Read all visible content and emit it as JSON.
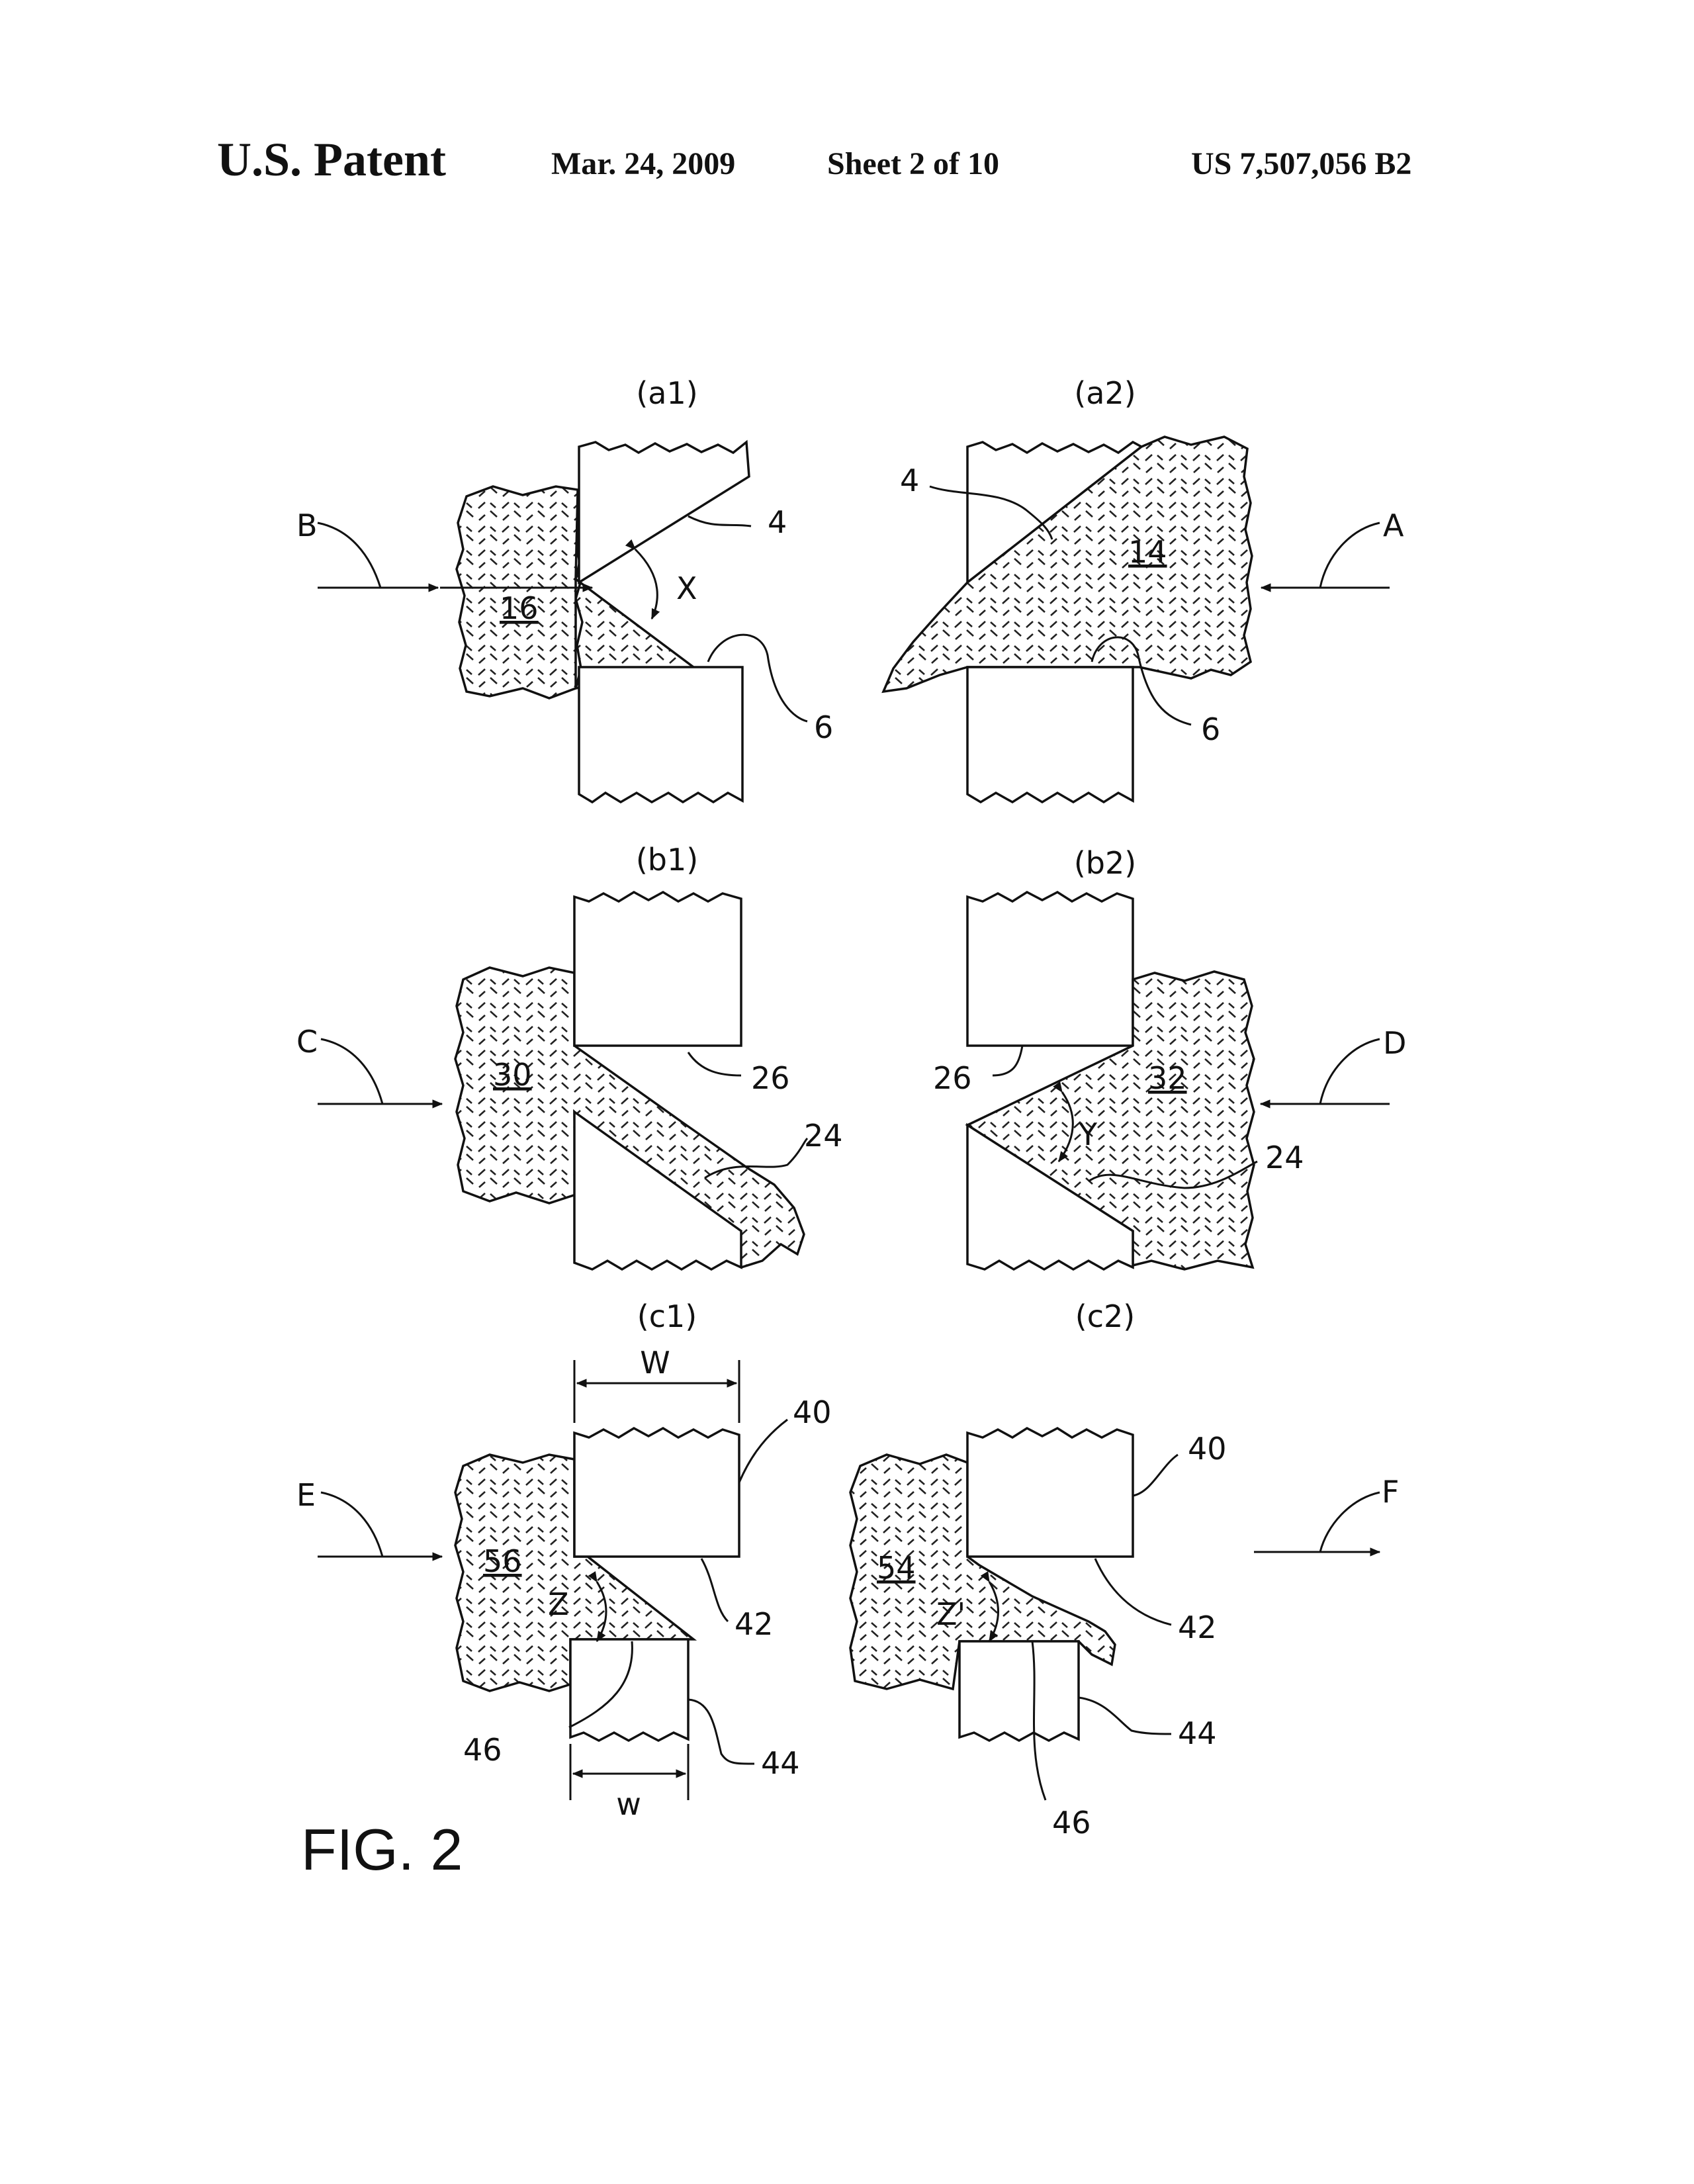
{
  "header": {
    "patent_label": "U.S. Patent",
    "date": "Mar. 24, 2009",
    "sheet": "Sheet 2 of 10",
    "patent_number": "US 7,507,056 B2"
  },
  "figure": {
    "title": "FIG. 2",
    "panels": {
      "a1": {
        "caption": "(a1)",
        "direction_label": "B",
        "region_label": "16",
        "angle_label": "X",
        "ref_upper": "4",
        "ref_lower": "6"
      },
      "a2": {
        "caption": "(a2)",
        "direction_label": "A",
        "region_label": "14",
        "ref_upper": "4",
        "ref_lower": "6"
      },
      "b1": {
        "caption": "(b1)",
        "direction_label": "C",
        "region_label": "30",
        "ref_upper": "26",
        "ref_lower": "24"
      },
      "b2": {
        "caption": "(b2)",
        "direction_label": "D",
        "region_label": "32",
        "angle_label": "Y",
        "ref_upper": "26",
        "ref_lower": "24"
      },
      "c1": {
        "caption": "(c1)",
        "direction_label": "E",
        "region_label": "56",
        "angle_label": "Z",
        "width_upper": "W",
        "width_lower": "w",
        "ref_40": "40",
        "ref_42": "42",
        "ref_44": "44",
        "ref_46": "46"
      },
      "c2": {
        "caption": "(c2)",
        "direction_label": "F",
        "region_label": "54",
        "angle_label": "Z'",
        "ref_40": "40",
        "ref_42": "42",
        "ref_44": "44",
        "ref_46": "46"
      }
    }
  }
}
